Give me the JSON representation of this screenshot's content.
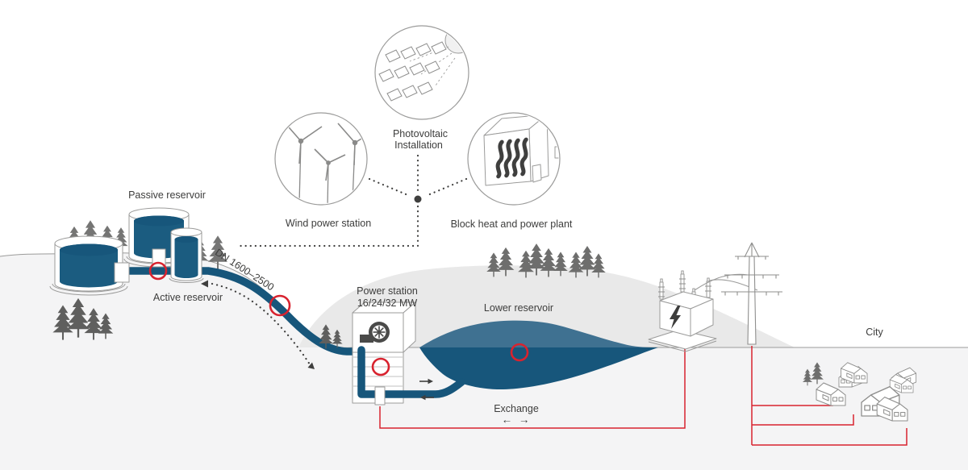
{
  "energy_sources": {
    "wind": {
      "label": "Wind power station"
    },
    "photovoltaic": {
      "label_line1": "Photovoltaic",
      "label_line2": "Installation"
    },
    "chp": {
      "label": "Block heat and power plant"
    }
  },
  "hydro": {
    "passive_reservoir_label": "Passive reservoir",
    "active_reservoir_label": "Active reservoir",
    "pipe_label": "DN 1600–2500",
    "power_station_label_line1": "Power station",
    "power_station_label_line2": "16/24/32 MW",
    "lower_reservoir_label": "Lower reservoir",
    "exchange_label": "Exchange",
    "exchange_arrows": "← →"
  },
  "grid": {
    "city_label": "City"
  },
  "colors": {
    "water_dark": "#17567B",
    "water_light": "#3F7191",
    "accent_red": "#D8232F",
    "hill_gray": "#E9E9E9",
    "ground_gray": "#F4F4F5",
    "line_gray": "#9B9B9A",
    "text_dark": "#3D3D3C",
    "tree_gray": "#6E6E6D"
  }
}
